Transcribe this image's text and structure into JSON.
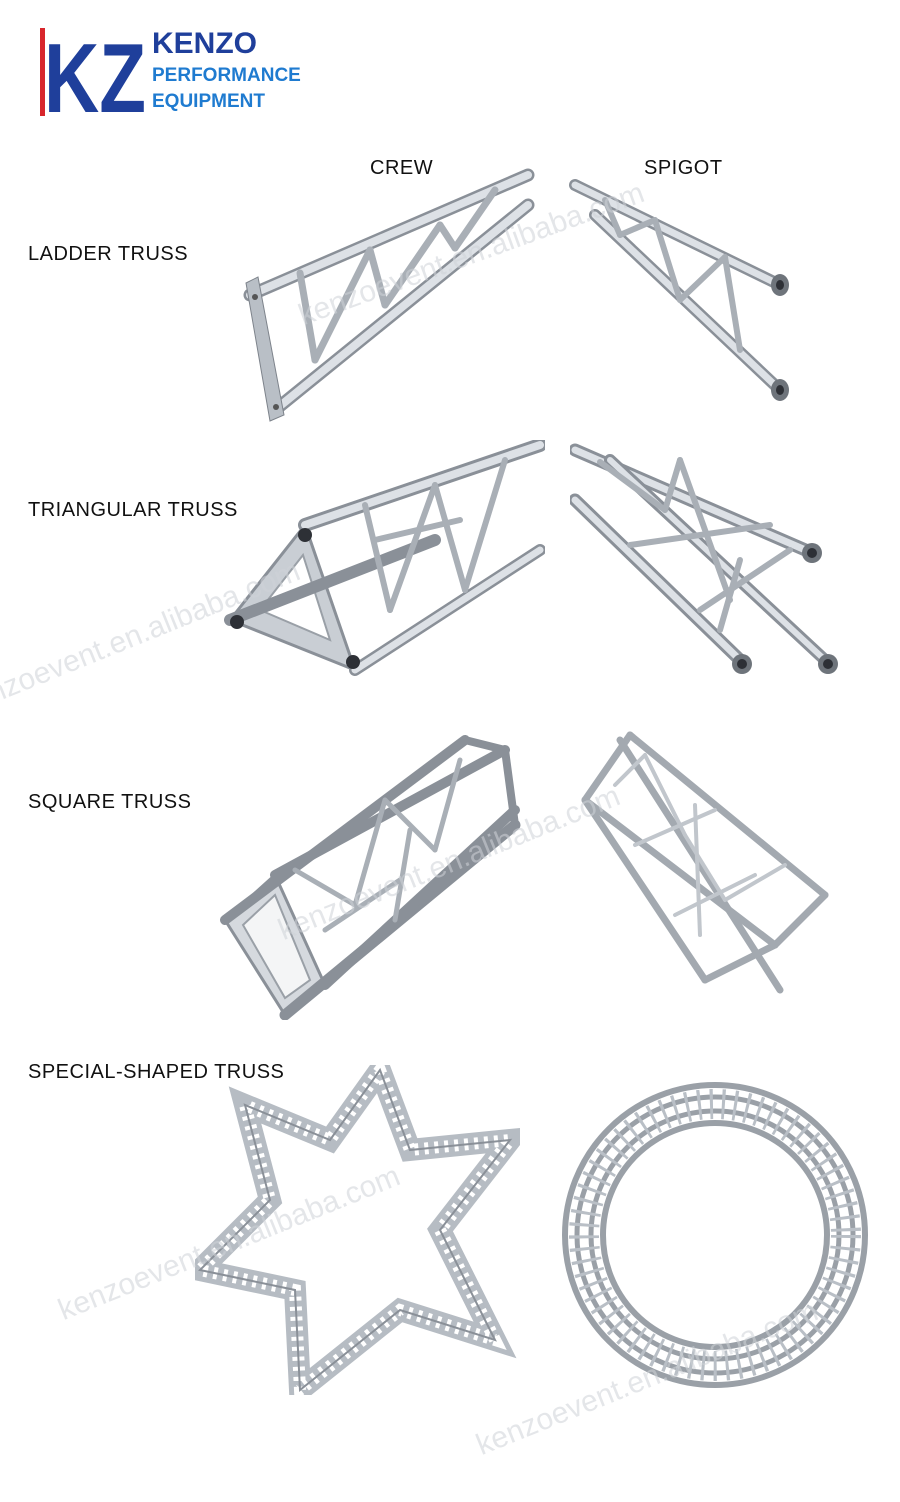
{
  "logo": {
    "mark": "KZ",
    "brand": "KENZO",
    "line1": "PERFORMANCE",
    "line2": "EQUIPMENT"
  },
  "columns": {
    "left": "CREW",
    "right": "SPIGOT"
  },
  "rows": [
    {
      "label": "LADDER TRUSS"
    },
    {
      "label": "TRIANGULAR TRUSS"
    },
    {
      "label": "SQUARE TRUSS"
    },
    {
      "label": "SPECIAL-SHAPED TRUSS"
    }
  ],
  "watermarks": [
    "kenzoevent.en.alibaba.com",
    "kenzoevent.en.alibaba.com",
    "kenzoevent.en.alibaba.com",
    "kenzoevent.en.alibaba.com",
    "kenzoevent.en.alibaba.com"
  ],
  "colors": {
    "brand_dark_blue": "#1f3f9b",
    "brand_light_blue": "#1f7bd0",
    "logo_red": "#d8262c",
    "aluminum": "#c9ced4",
    "aluminum_dark": "#8a9098"
  }
}
